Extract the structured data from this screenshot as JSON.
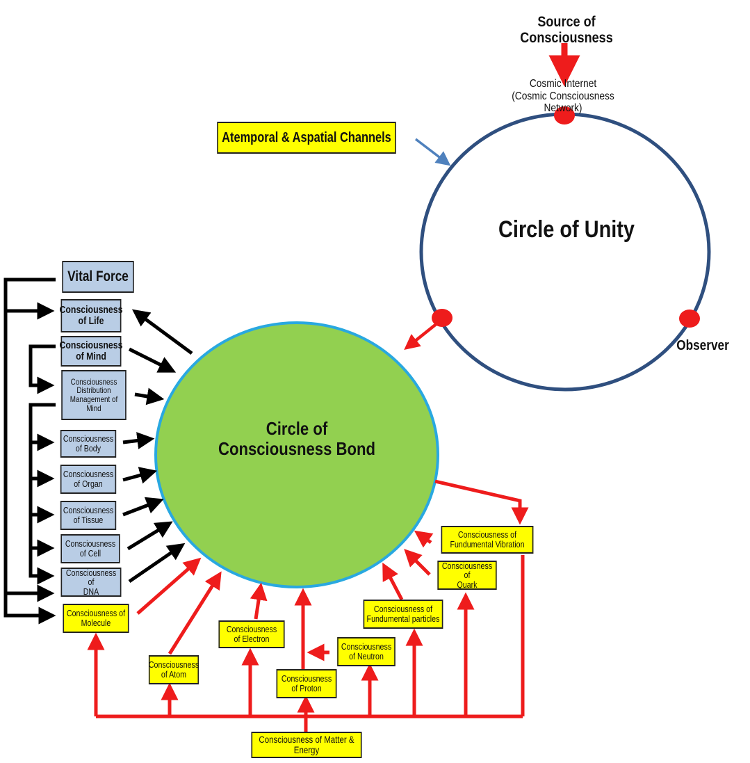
{
  "source_label": "Source of Consciousness",
  "cosmic_internet_label": "Cosmic Internet\n(Cosmic Consciousness Network)",
  "channels_label": "Atemporal & Aspatial Channels",
  "unity_circle_label": "Circle of Unity",
  "observer_label": "Observer",
  "bond_circle_label": "Circle of\nConsciousness Bond",
  "blue_boxes": {
    "vital_force": "Vital Force",
    "life": "Consciousness\nof Life",
    "mind": "Consciousness\nof Mind",
    "distribution": "Consciousness\nDistribution\nManagement of Mind",
    "body": "Consciousness\nof Body",
    "organ": "Consciousness\nof Organ",
    "tissue": "Consciousness\nof Tissue",
    "cell": "Consciousness\nof Cell",
    "dna": "Consciousness of\nDNA"
  },
  "yellow_boxes": {
    "molecule": "Consciousness of\nMolecule",
    "atom": "Consciousness\nof Atom",
    "electron": "Consciousness\nof Electron",
    "proton": "Consciousness\nof Proton",
    "neutron": "Consciousness\nof Neutron",
    "particles": "Consciousness of\nFundumental particles",
    "quark": "Consciousness of\nQuark",
    "vibration": "Consciousness of\nFundumental Vibration",
    "matter_energy": "Consciousness of Matter & Energy"
  },
  "colors": {
    "bond_fill": "#92d050",
    "bond_stroke": "#29a8e0",
    "unity_stroke": "#2f4f7f",
    "red_arrow": "#ee1c1c",
    "black_arrow": "#000000",
    "channel_arrow": "#4f81bd",
    "box_blue": "#b9cde5",
    "box_yellow": "#ffff00"
  }
}
